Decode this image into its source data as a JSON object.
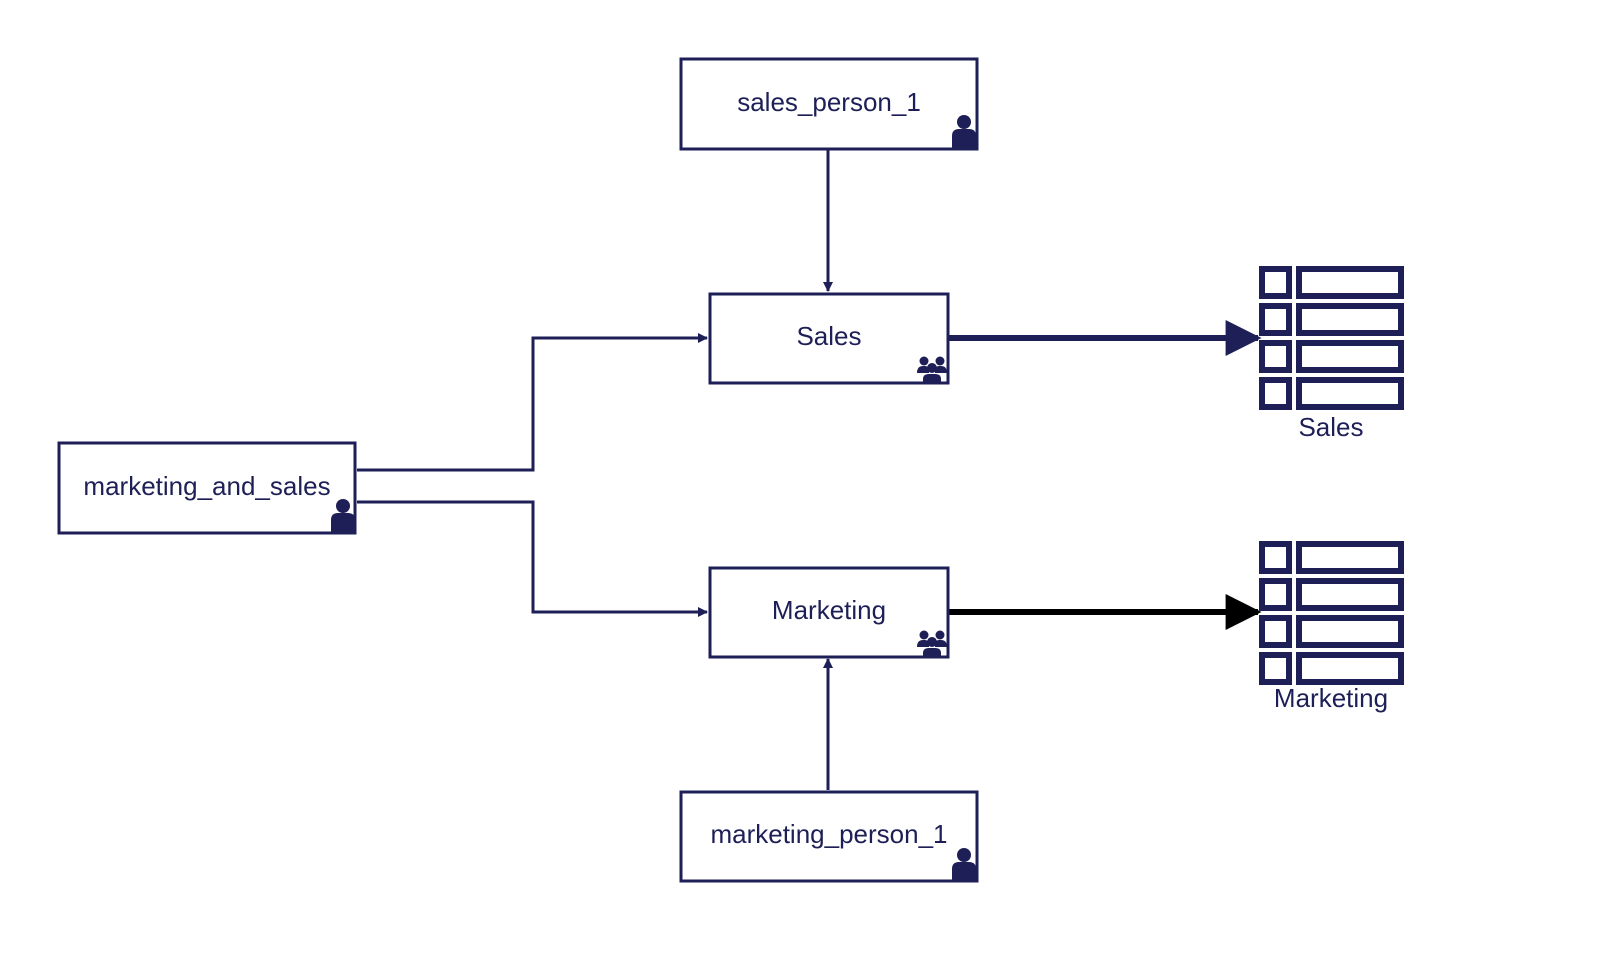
{
  "colors": {
    "primary": "#1e1f57",
    "output_arrow_marketing": "#000000",
    "background": "#ffffff"
  },
  "nodes": {
    "sales_person_1": {
      "label": "sales_person_1",
      "icon": "user-icon"
    },
    "sales_group": {
      "label": "Sales",
      "icon": "group-icon"
    },
    "marketing_and_sales": {
      "label": "marketing_and_sales",
      "icon": "user-icon"
    },
    "marketing_group": {
      "label": "Marketing",
      "icon": "group-icon"
    },
    "marketing_person_1": {
      "label": "marketing_person_1",
      "icon": "user-icon"
    }
  },
  "tables": {
    "sales": {
      "label": "Sales",
      "icon": "table-icon"
    },
    "marketing": {
      "label": "Marketing",
      "icon": "table-icon"
    }
  },
  "edges": [
    {
      "from": "sales_person_1",
      "to": "sales_group"
    },
    {
      "from": "marketing_and_sales",
      "to": "sales_group"
    },
    {
      "from": "marketing_and_sales",
      "to": "marketing_group"
    },
    {
      "from": "marketing_person_1",
      "to": "marketing_group"
    },
    {
      "from": "sales_group",
      "to": "tables.sales"
    },
    {
      "from": "marketing_group",
      "to": "tables.marketing"
    }
  ]
}
